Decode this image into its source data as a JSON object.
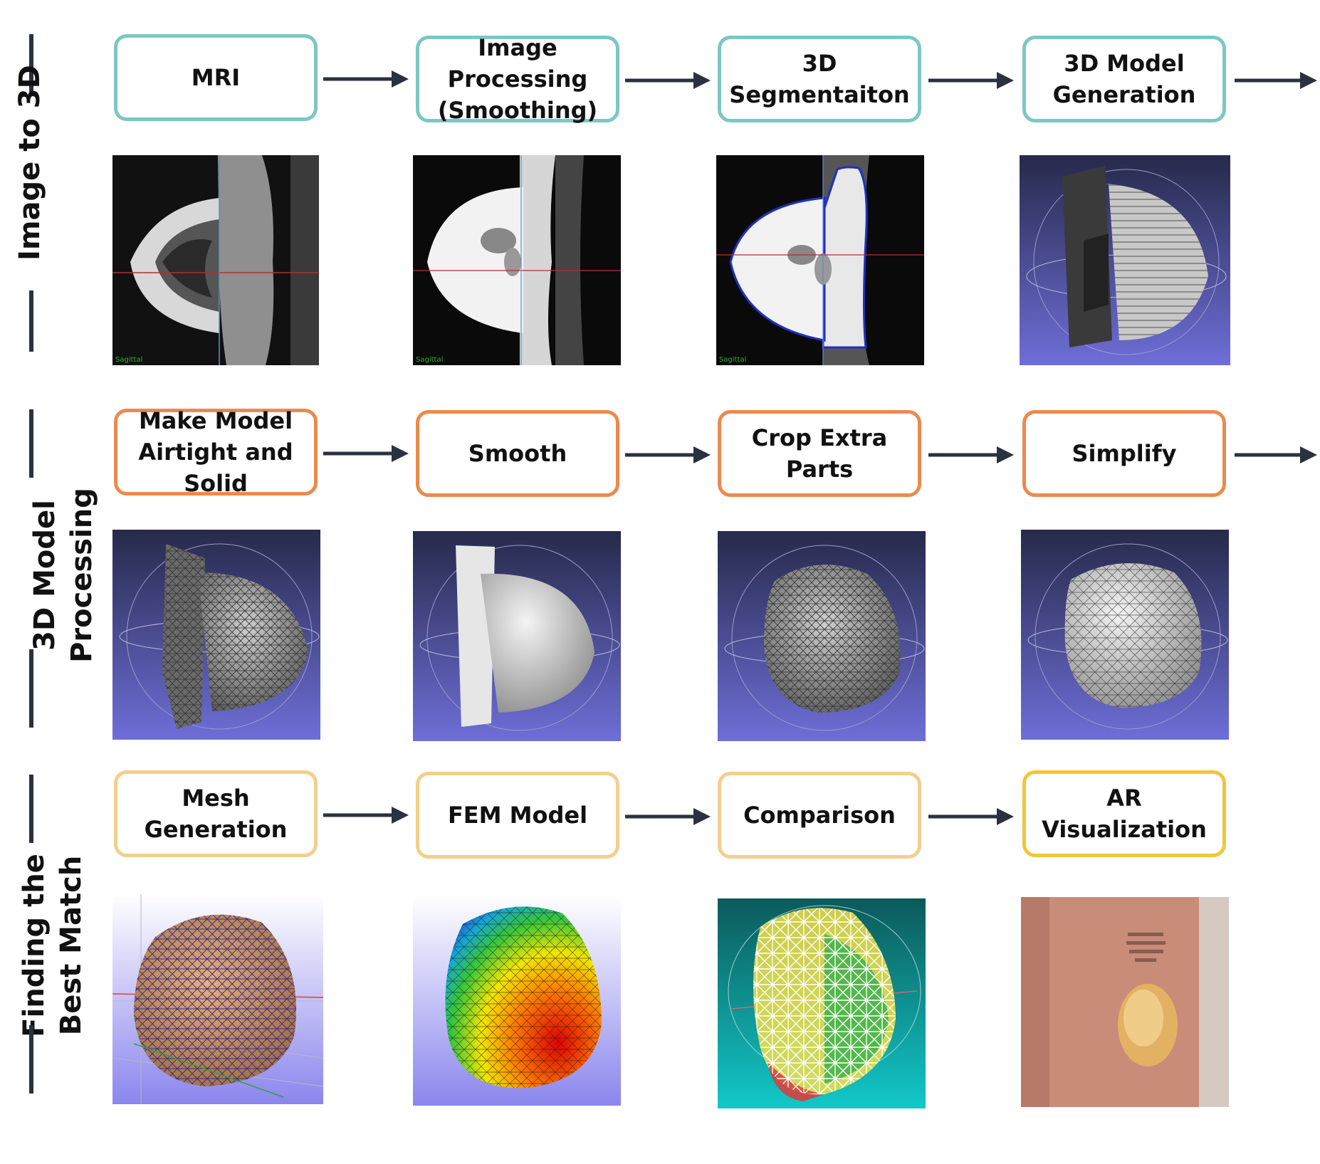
{
  "rows": [
    {
      "label": "Image to 3D",
      "steps": [
        {
          "label": "MRI",
          "image": "mri-sagittal-slice"
        },
        {
          "label": "Image Processing (Smoothing)",
          "image": "smoothed-mri-slice"
        },
        {
          "label": "3D Segmentaiton",
          "image": "segmented-mri-slice"
        },
        {
          "label": "3D Model Generation",
          "image": "raw-3d-model"
        }
      ]
    },
    {
      "label": "3D Model Processing",
      "steps": [
        {
          "label": "Make Model Airtight and Solid",
          "image": "airtight-solid-model"
        },
        {
          "label": "Smooth",
          "image": "smoothed-model"
        },
        {
          "label": "Crop Extra Parts",
          "image": "cropped-model"
        },
        {
          "label": "Simplify",
          "image": "simplified-mesh"
        }
      ]
    },
    {
      "label": "Finding the Best Match",
      "steps": [
        {
          "label": "Mesh Generation",
          "image": "generated-mesh"
        },
        {
          "label": "FEM Model",
          "image": "fem-model"
        },
        {
          "label": "Comparison",
          "image": "comparison-overlay"
        },
        {
          "label": "AR Visualization",
          "image": "ar-visualization-photo"
        }
      ]
    }
  ],
  "slice_stamp": "Sagittal",
  "colors": {
    "row1_border": "#7cc7c3",
    "row2_border": "#eb8a4e",
    "row3_border": "#f3cf8c",
    "ar_border": "#f2c53a",
    "arrow": "#2a3140",
    "viewer_bg_top": "#262a4a",
    "viewer_bg_bottom": "#6e6ed8"
  }
}
